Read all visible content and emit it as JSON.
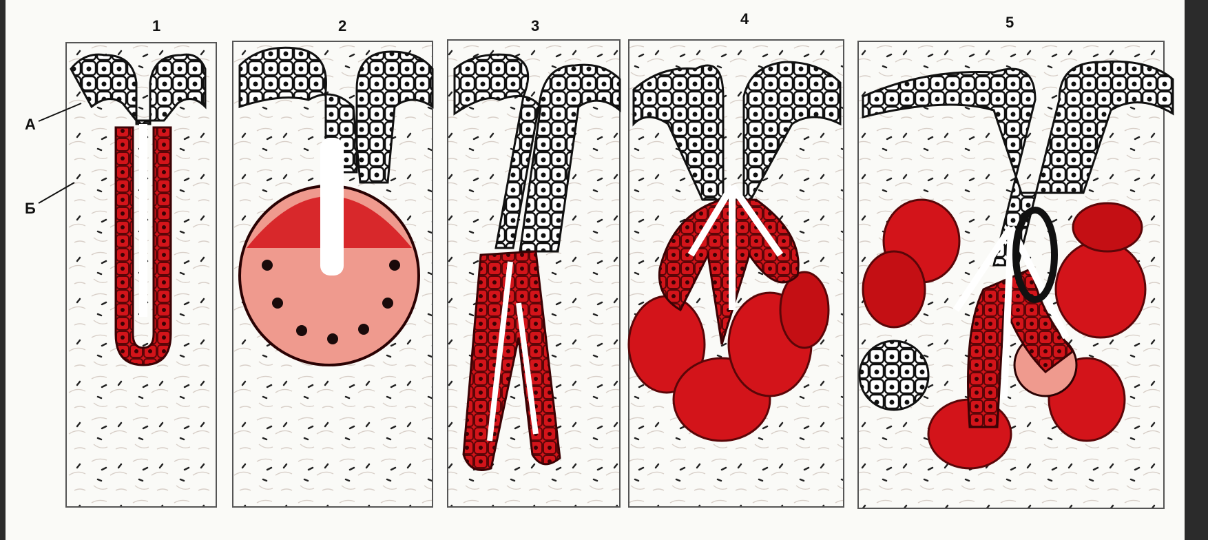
{
  "figure": {
    "panels": [
      {
        "number": "1"
      },
      {
        "number": "2"
      },
      {
        "number": "3"
      },
      {
        "number": "4"
      },
      {
        "number": "5"
      }
    ],
    "labels": {
      "epithelium": "А",
      "connective": "Б"
    }
  },
  "colors": {
    "secretory_red": "#d3141a",
    "light_red": "#ef9a8e",
    "outline": "#1a0a0a",
    "background": "#fafaf7",
    "frame": "#2b2b2b"
  }
}
